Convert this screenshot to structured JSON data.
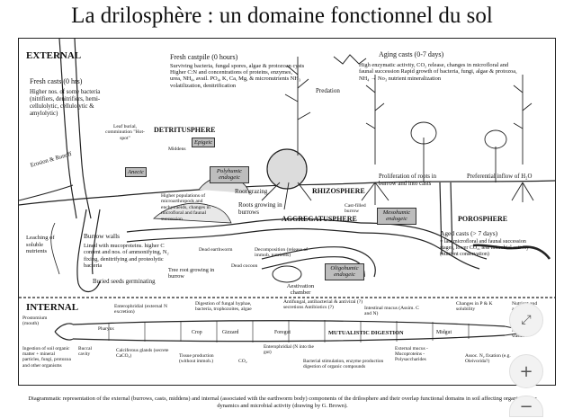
{
  "title": "La drilosphère : un domaine fonctionnel du sol",
  "external_label": "EXTERNAL",
  "internal_label": "INTERNAL",
  "top": {
    "fresh_casts_title": "Fresh casts (0 hrs)",
    "fresh_casts_text": "Higher nos. of some bacteria (nitrifiers, denitrifiers, hemi-cellulolytic, cellulolytic & amylolytic)",
    "leaf_burial": "Leaf burial, comminution \"Hot-spot\"",
    "fresh_castpile_title": "Fresh castpile (0 hours)",
    "fresh_castpile_text": "Surviving bacteria, fungal spores, algae & protozoan cysts Higher C:N and concentrations of proteins, enzymes, urea, NH₄, avail. PO₄, K, Ca, Mg, & micronutrients NH₃ volatilization, denitrification",
    "predation": "Predation",
    "aging_casts_title": "Aging casts (0-7 days)",
    "aging_casts_text": "High enzymatic activity, CO₂ release, changes in microfloral and faunal succession Rapid growth of bacteria, fungi, algae & protozoa, NH₄ → No₃ nutrient mineralization"
  },
  "middle": {
    "detritusphere": "DETRITUSPHERE",
    "epigeic": "Epigeic",
    "middens": "Middens",
    "anecic": "Anecic",
    "polyhumic": "Polyhumic endogeic",
    "erosion": "Erosion & Runoff",
    "root_grazing": "Root grazing",
    "rhizosphere": "RHIZOSPHERE",
    "proliferation": "Proliferation of roots in burrow and into casts",
    "cast_filled": "Cast-filled burrow",
    "preferential_inflow": "Preferential inflow of H₂O",
    "higher_populations": "Higher populations of microarthropods and enchytraeids, changes in microfloral and faunal succession",
    "roots_growing": "Roots growing in burrows",
    "aggregatusphere": "AGGREGATUSPHERE",
    "mesohumic": "Mesohumic endogeic",
    "porosphere": "POROSPHERE",
    "aged_casts_title": "Aged casts (> 7 days)",
    "aged_casts_text": "= late microfloral and faunal succession stages, lower CO₂, less microbial activity (nutrient conservation)",
    "leaching": "Leaching of soluble nutrients",
    "burrow_walls_title": "Burrow walls",
    "burrow_walls_text": "Lined with mucoproteins. higher C content and nos. of ammonifying, N₂ fixing, denitrifying and proteolytic bacteria",
    "dead_earthworm": "Dead earthworm",
    "decomposition": "Decomposition (release of immob. nutrients)",
    "dead_cocoon": "Dead cocoon",
    "oligohumic": "Oligohumic endogeic",
    "tree_root": "Tree root growing in burrow",
    "aestivation": "Aestivation chamber",
    "buried_seeds": "Buried seeds germinating"
  },
  "internal": {
    "enterophridial": "Enterophridial (external N excretion)",
    "digestion": "Digestion of fungal hyphae, bacteria, trophozoites, algae",
    "antifungal": "Antifungal, antibacterial & antiviral (?) secretions Antibiotics (?)",
    "intestinal_mucus": "Intestinal mucus (Assim. C and N)",
    "changes_p": "Changes in P & K solubility",
    "nutrient": "Nutrient and assimil.",
    "prostomium": "Prostomium (mouth)",
    "pharynx": "Pharynx",
    "crop": "Crop",
    "gizzard": "Gizzard",
    "foregut": "Foregut",
    "mutualistic": "MUTUALISTIC DIGESTION",
    "midgut": "Midgut",
    "metabolic_wastes": "Metabolic wastes",
    "ingestion": "Ingestion of soil organic matter + mineral particles, fungi, protozoa and other organisms",
    "buccal": "Buccal cavity",
    "calciferous": "Calciferous glands (secrete CaCO₃)",
    "tissue": "Tissue production (without immob.)",
    "co2": "CO₂",
    "enterophridial2": "Enterophridial (N into the gut)",
    "bacterial_stim": "Bacterial stimulation, enzyme production digestion of organic compounds",
    "external_mucus": "External mucus - Mucoproteins - Polysaccharides",
    "n_fixation": "Assoc. N₂ fixation (e.g. Oleivorida?)"
  },
  "caption": "Diagrammatic representation of the external (burrows, casts, middens) and internal (associated with the earthworm body) components of the drilosphere and their overlap functional domains in soil affecting organic matter dynamics and microbial activity (drawing by G. Brown).",
  "controls": {
    "fullscreen_icon": "expand-icon",
    "zoom_in_icon": "plus-icon",
    "zoom_out_icon": "minus-icon"
  }
}
